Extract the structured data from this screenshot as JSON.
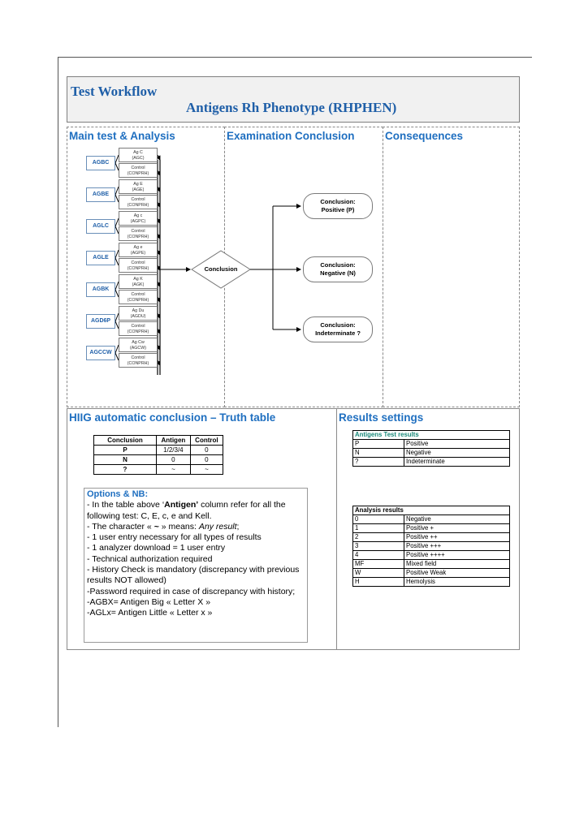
{
  "header": {
    "title": "Test Workflow",
    "subtitle": "Antigens Rh Phenotype (RHPHEN)"
  },
  "sections": {
    "main": "Main test & Analysis",
    "exam": "Examination Conclusion",
    "consequences": "Consequences"
  },
  "tests": [
    {
      "code": "AGBC",
      "ag1": "Ag C",
      "ag2": "(AGC)",
      "c1": "Control",
      "c2": "(CONPRH)"
    },
    {
      "code": "AGBE",
      "ag1": "Ag E",
      "ag2": "(AGE)",
      "c1": "Control",
      "c2": "(CONPRH)"
    },
    {
      "code": "AGLC",
      "ag1": "Ag c",
      "ag2": "(AGPC)",
      "c1": "Control",
      "c2": "(CONPRH)"
    },
    {
      "code": "AGLE",
      "ag1": "Ag e",
      "ag2": "(AGPE)",
      "c1": "Control",
      "c2": "(CONPRH)"
    },
    {
      "code": "AGBK",
      "ag1": "Ag K",
      "ag2": "(AGK)",
      "c1": "Control",
      "c2": "(CONPRH)"
    },
    {
      "code": "AGD6P",
      "ag1": "Ag Du",
      "ag2": "(AGDU)",
      "c1": "Control",
      "c2": "(CONPRH)"
    },
    {
      "code": "AGCCW",
      "ag1": "Ag Cw",
      "ag2": "(AGCW)",
      "c1": "Control",
      "c2": "(CONPRH)"
    }
  ],
  "flow": {
    "decision": "Conclusion",
    "positive": "Conclusion: Positive (P)",
    "negative": "Conclusion: Negative (N)",
    "indeterminate": "Conclusion: Indeterminate ?"
  },
  "truth": {
    "title": "HIIG automatic conclusion – Truth table",
    "headers": [
      "Conclusion",
      "Antigen",
      "Control"
    ],
    "rows": [
      [
        "P",
        "1/2/3/4",
        "0"
      ],
      [
        "N",
        "0",
        "0"
      ],
      [
        "?",
        "~",
        "~"
      ]
    ]
  },
  "options": {
    "title": "Options & NB:",
    "l1a": "- In the table above ‘",
    "l1b": "Antigen’",
    "l1c": " column refer for all the following test: C, E, c, e and Kell.",
    "l2a": "- The character « ",
    "l2b": "~",
    "l2c": " » means: ",
    "l2d": "Any result",
    "l2e": ";",
    "lines": [
      "- 1 user entry necessary for all types of results",
      "- 1 analyzer download = 1 user entry",
      "- Technical authorization required",
      "- History Check is mandatory (discrepancy with previous results NOT allowed)",
      "-Password required in case of discrepancy with history;",
      "-AGBX= Antigen Big « Letter X »",
      "-AGLx= Antigen Little « Letter x »"
    ]
  },
  "results": {
    "title": "Results settings",
    "antigens_title": "Antigens Test results",
    "antigens": [
      [
        "P",
        "Positive"
      ],
      [
        "N",
        "Negative"
      ],
      [
        "?",
        "Indeterminate"
      ]
    ],
    "analysis_title": "Analysis results",
    "analysis": [
      [
        "0",
        "Negative"
      ],
      [
        "1",
        "Positive +"
      ],
      [
        "2",
        "Positive ++"
      ],
      [
        "3",
        "Positive +++"
      ],
      [
        "4",
        "Positive ++++"
      ],
      [
        "MF",
        "Mixed field"
      ],
      [
        "W",
        "Positive Weak"
      ],
      [
        "H",
        "Hemolysis"
      ]
    ]
  }
}
